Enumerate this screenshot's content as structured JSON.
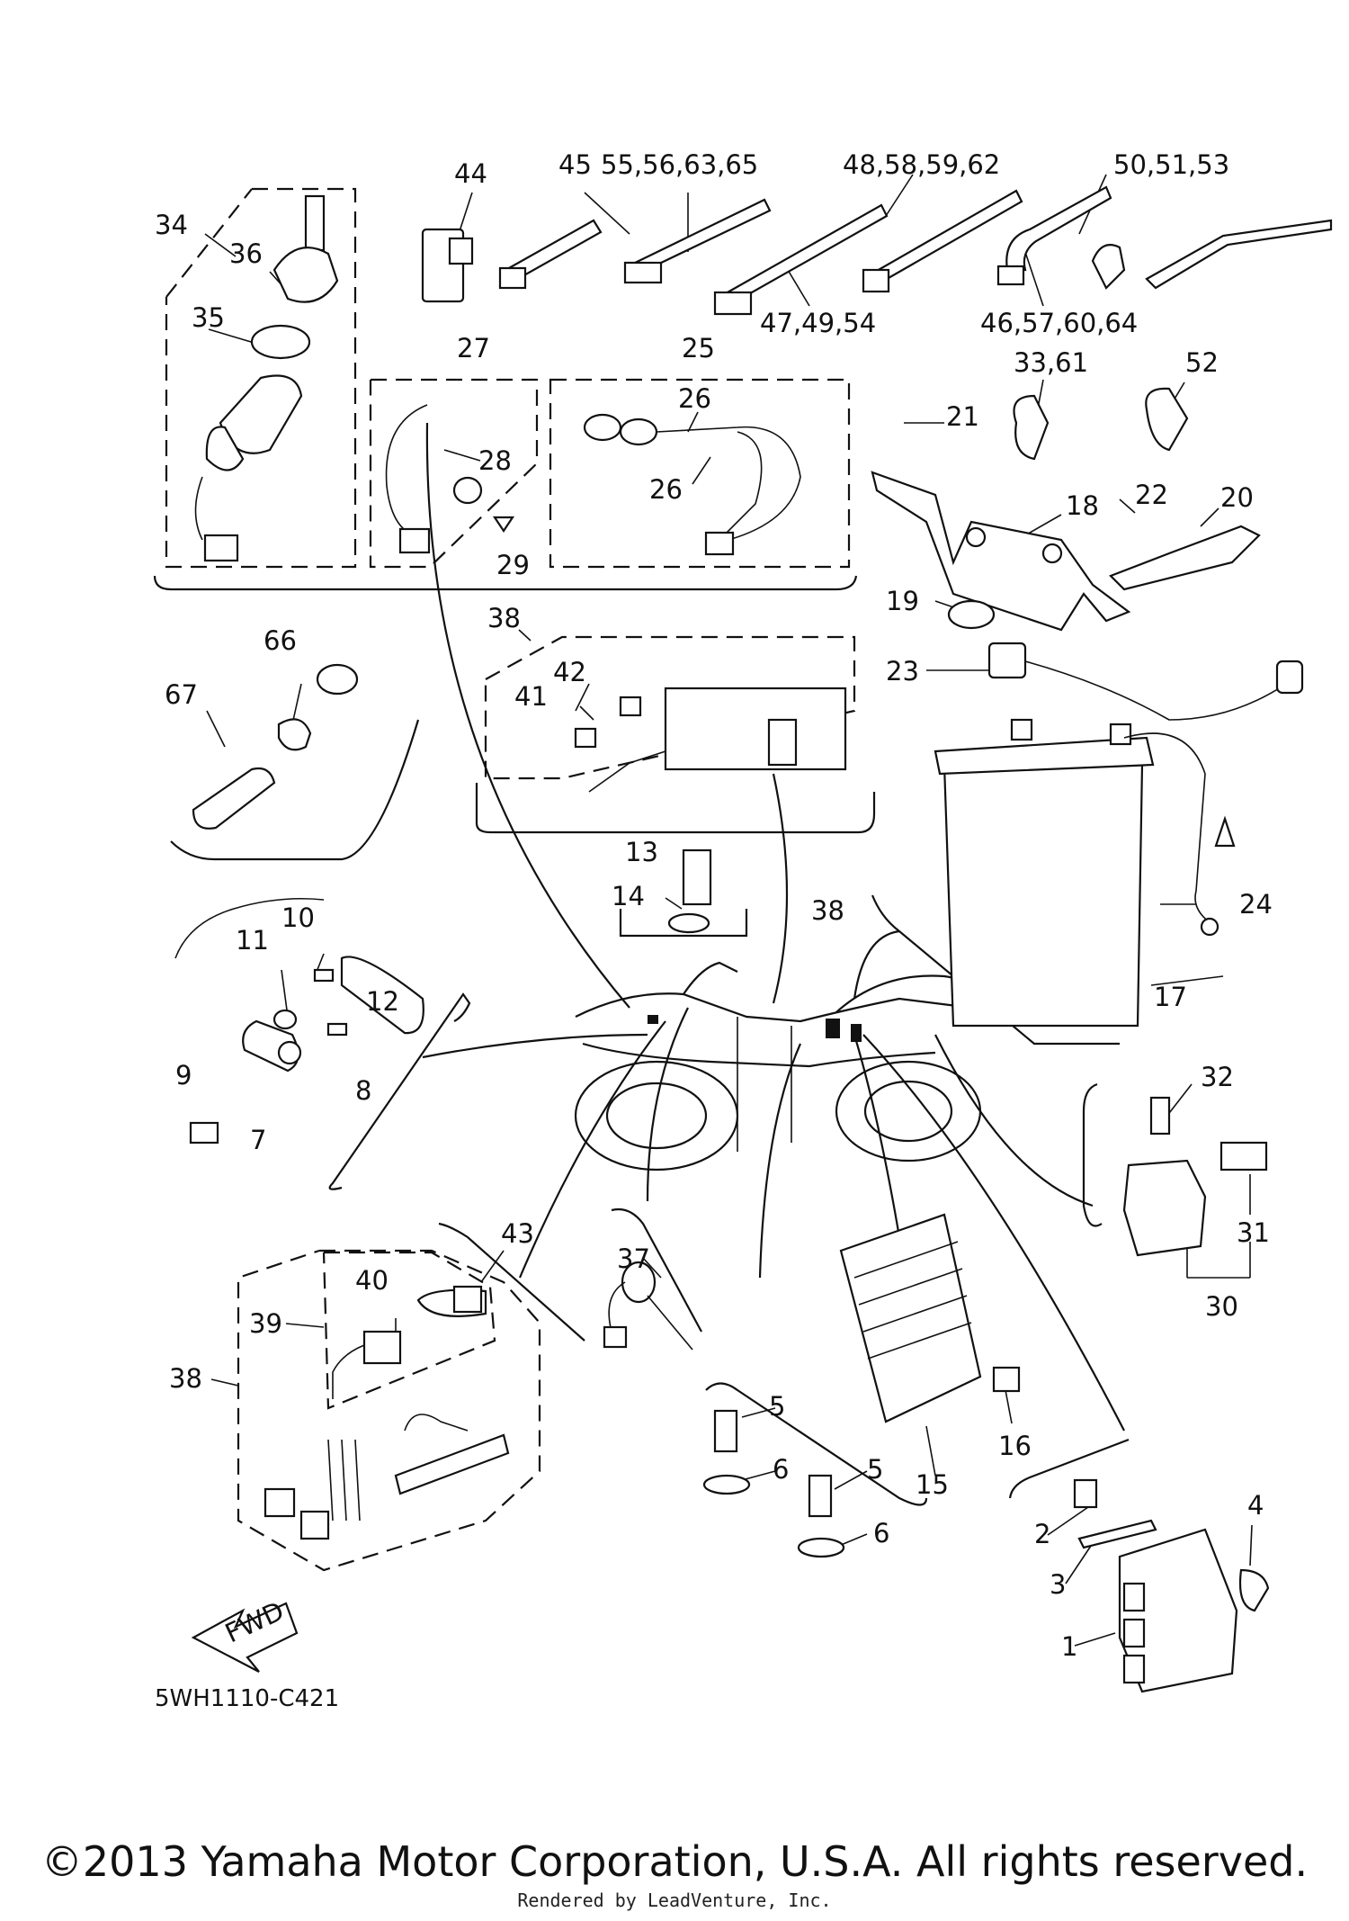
{
  "diagram": {
    "callouts": [
      {
        "id": "c44",
        "text": "44"
      },
      {
        "id": "c45",
        "text": "45"
      },
      {
        "id": "c55",
        "text": "55,56,63,65"
      },
      {
        "id": "c48",
        "text": "48,58,59,62"
      },
      {
        "id": "c50",
        "text": "50,51,53"
      },
      {
        "id": "c47",
        "text": "47,49,54"
      },
      {
        "id": "c46",
        "text": "46,57,60,64"
      },
      {
        "id": "c34",
        "text": "34"
      },
      {
        "id": "c36",
        "text": "36"
      },
      {
        "id": "c35",
        "text": "35"
      },
      {
        "id": "c27",
        "text": "27"
      },
      {
        "id": "c28",
        "text": "28"
      },
      {
        "id": "c29",
        "text": "29"
      },
      {
        "id": "c25",
        "text": "25"
      },
      {
        "id": "c26a",
        "text": "26"
      },
      {
        "id": "c26b",
        "text": "26"
      },
      {
        "id": "c33",
        "text": "33,61"
      },
      {
        "id": "c52",
        "text": "52"
      },
      {
        "id": "c21",
        "text": "21"
      },
      {
        "id": "c22",
        "text": "22"
      },
      {
        "id": "c20",
        "text": "20"
      },
      {
        "id": "c18",
        "text": "18"
      },
      {
        "id": "c19",
        "text": "19"
      },
      {
        "id": "c23",
        "text": "23"
      },
      {
        "id": "c38a",
        "text": "38"
      },
      {
        "id": "c42",
        "text": "42"
      },
      {
        "id": "c41",
        "text": "41"
      },
      {
        "id": "c66",
        "text": "66"
      },
      {
        "id": "c67",
        "text": "67"
      },
      {
        "id": "c13",
        "text": "13"
      },
      {
        "id": "c14",
        "text": "14"
      },
      {
        "id": "c38b",
        "text": "38"
      },
      {
        "id": "c24",
        "text": "24"
      },
      {
        "id": "c17",
        "text": "17"
      },
      {
        "id": "c10",
        "text": "10"
      },
      {
        "id": "c11",
        "text": "11"
      },
      {
        "id": "c12",
        "text": "12"
      },
      {
        "id": "c9",
        "text": "9"
      },
      {
        "id": "c8",
        "text": "8"
      },
      {
        "id": "c7",
        "text": "7"
      },
      {
        "id": "c32",
        "text": "32"
      },
      {
        "id": "c31",
        "text": "31"
      },
      {
        "id": "c30",
        "text": "30"
      },
      {
        "id": "c40",
        "text": "40"
      },
      {
        "id": "c39",
        "text": "39"
      },
      {
        "id": "c43",
        "text": "43"
      },
      {
        "id": "c38c",
        "text": "38"
      },
      {
        "id": "c37",
        "text": "37"
      },
      {
        "id": "c5a",
        "text": "5"
      },
      {
        "id": "c6a",
        "text": "6"
      },
      {
        "id": "c5b",
        "text": "5"
      },
      {
        "id": "c6b",
        "text": "6"
      },
      {
        "id": "c16",
        "text": "16"
      },
      {
        "id": "c15",
        "text": "15"
      },
      {
        "id": "c2",
        "text": "2"
      },
      {
        "id": "c3",
        "text": "3"
      },
      {
        "id": "c4",
        "text": "4"
      },
      {
        "id": "c1",
        "text": "1"
      }
    ],
    "fwd_label": "FWD",
    "drawing_code": "5WH1110-C421"
  },
  "footer": {
    "copyright": "©2013 Yamaha Motor Corporation, U.S.A. All rights reserved.",
    "rendered_by": "Rendered by LeadVenture, Inc."
  }
}
